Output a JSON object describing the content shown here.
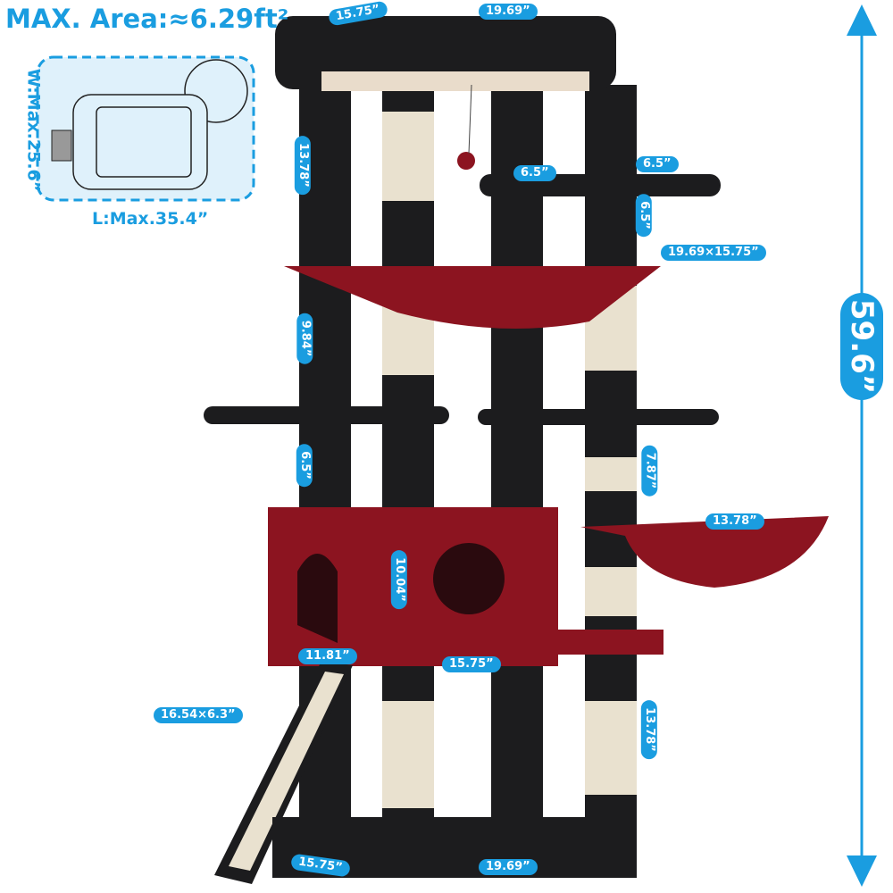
{
  "header": {
    "title": "MAX. Area:≈6.29ft²"
  },
  "footprint": {
    "width": "W:Max.25.6”",
    "length": "L:Max.35.4”"
  },
  "total_height": "59.6”",
  "dimensions": {
    "top_depth": "15.75”",
    "top_width": "19.69”",
    "upper_post": "13.78”",
    "small_perch_a": "6.5”",
    "small_perch_b": "6.5”",
    "small_perch_gap": "6.5”",
    "hammock": "19.69×15.75”",
    "mid_post": "9.84”",
    "lower_gap": "6.5”",
    "right_gap": "7.87”",
    "basket": "13.78”",
    "condo_height": "10.04”",
    "condo_depth": "11.81”",
    "condo_width": "15.75”",
    "ramp": "16.54×6.3”",
    "bottom_post": "13.78”",
    "base_depth": "15.75”",
    "base_width": "19.69”"
  },
  "colors": {
    "accent": "#1a9de0",
    "plush_black": "#1c1c1e",
    "plush_red": "#8c1420",
    "sisal": "#e9e1cf"
  }
}
